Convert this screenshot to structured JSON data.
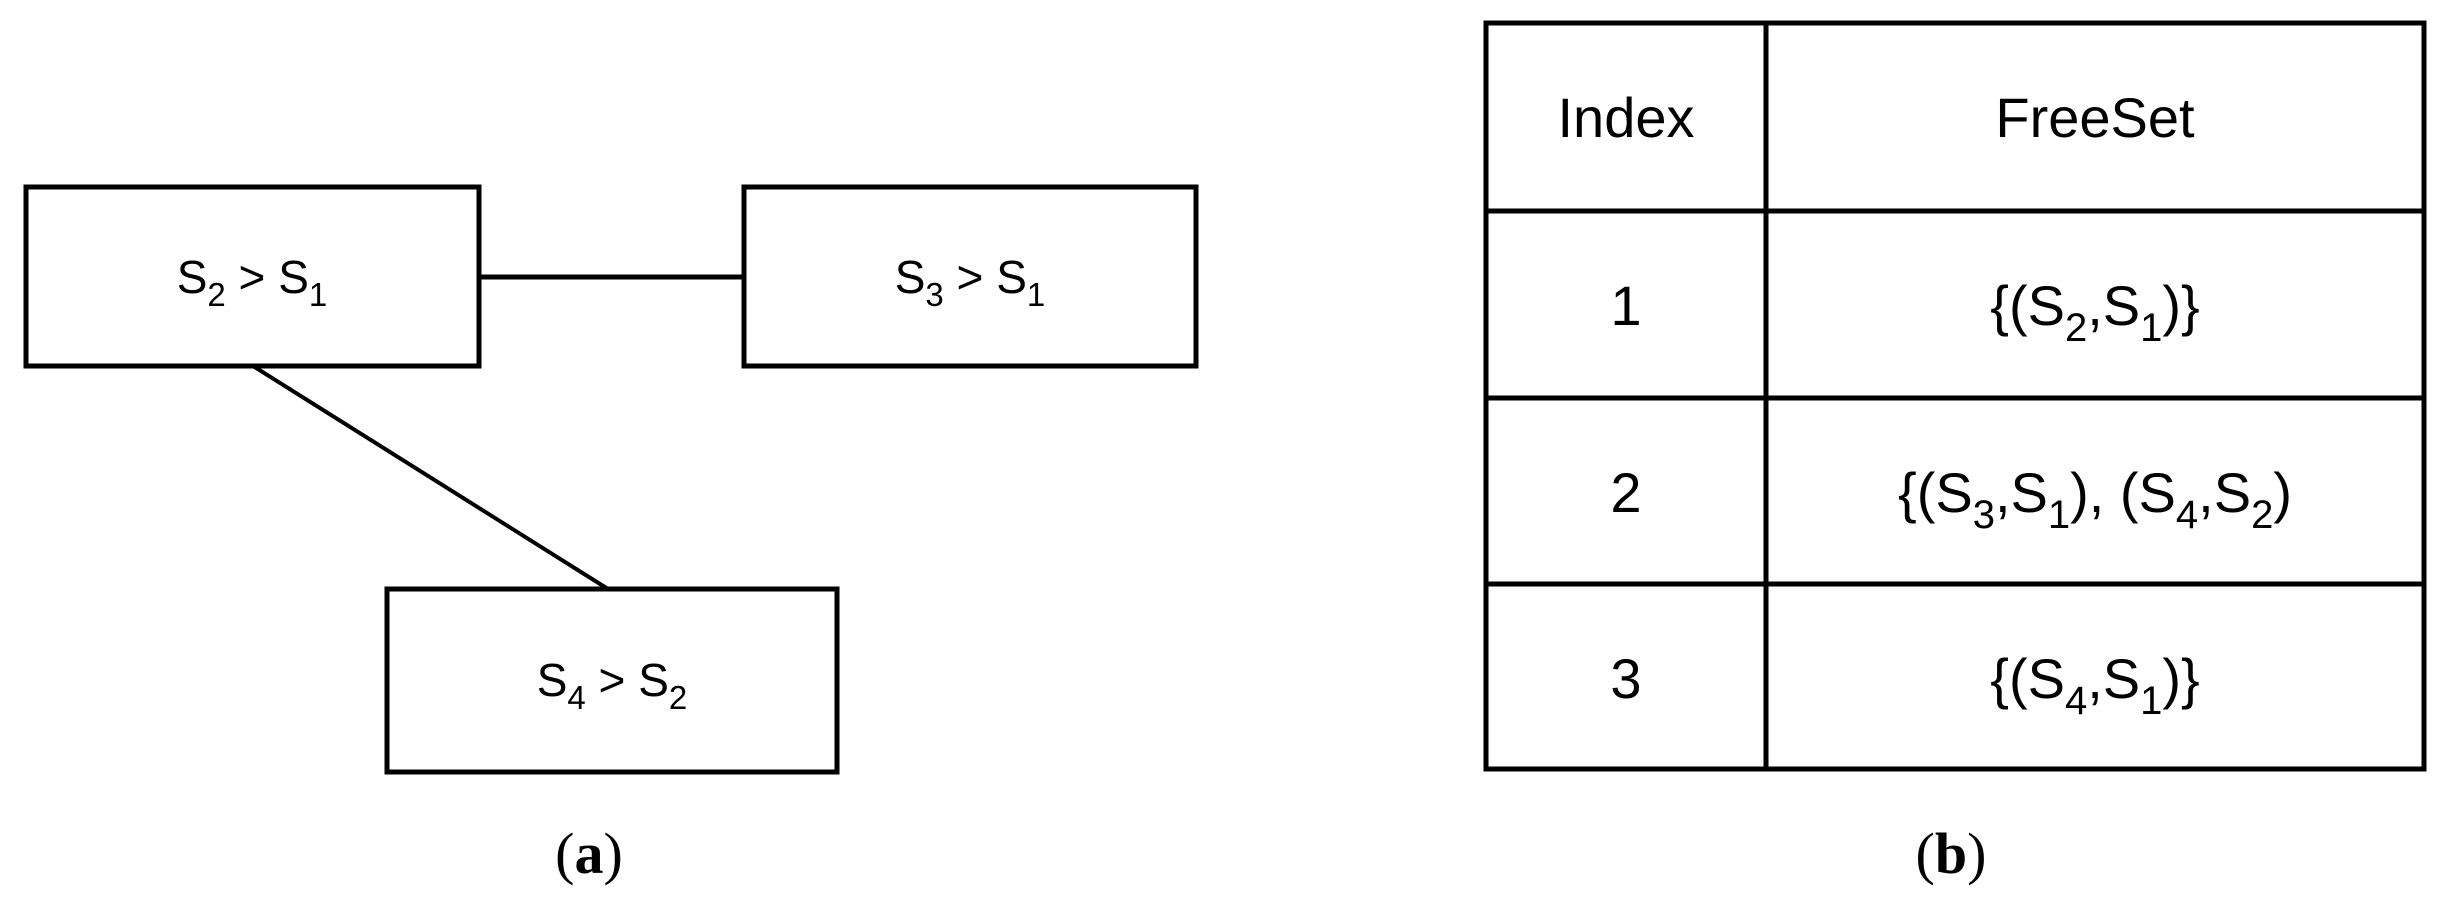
{
  "panel_a": {
    "caption_open": "(",
    "caption_letter": "a",
    "caption_close": ")",
    "nodes": [
      {
        "parts": [
          {
            "t": "S"
          },
          {
            "sub": "2"
          },
          {
            "t": " > S"
          },
          {
            "sub": "1"
          }
        ]
      },
      {
        "parts": [
          {
            "t": "S"
          },
          {
            "sub": "3"
          },
          {
            "t": " > S"
          },
          {
            "sub": "1"
          }
        ]
      },
      {
        "parts": [
          {
            "t": "S"
          },
          {
            "sub": "4"
          },
          {
            "t": " > S"
          },
          {
            "sub": "2"
          }
        ]
      }
    ]
  },
  "panel_b": {
    "caption_open": "(",
    "caption_letter": "b",
    "caption_close": ")",
    "headers": [
      "Index",
      "FreeSet"
    ],
    "rows": [
      {
        "index": "1",
        "freeset": [
          {
            "t": "{(S"
          },
          {
            "sub": "2"
          },
          {
            "t": ",S"
          },
          {
            "sub": "1"
          },
          {
            "t": ")}"
          }
        ]
      },
      {
        "index": "2",
        "freeset": [
          {
            "t": "{(S"
          },
          {
            "sub": "3"
          },
          {
            "t": ",S"
          },
          {
            "sub": "1"
          },
          {
            "t": "), (S"
          },
          {
            "sub": "4"
          },
          {
            "t": ",S"
          },
          {
            "sub": "2"
          },
          {
            "t": ")"
          }
        ]
      },
      {
        "index": "3",
        "freeset": [
          {
            "t": "{(S"
          },
          {
            "sub": "4"
          },
          {
            "t": ",S"
          },
          {
            "sub": "1"
          },
          {
            "t": ")}"
          }
        ]
      }
    ]
  }
}
